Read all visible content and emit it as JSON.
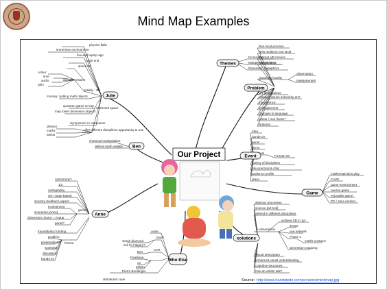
{
  "slide": {
    "title": "Mind Map Examples"
  },
  "mindmap": {
    "center": "Our Project",
    "source_label": "Source:",
    "source_url": "http://www.handstede.com/screens/mindmap.jpg",
    "branches": {
      "julie": {
        "label": "Julie",
        "items": [
          "physics flails",
          "immersive environment",
          "low-end laptop app",
          "High end",
          "space 2d",
          "colour",
          "time",
          "audio",
          "pain",
          "add dimensions",
          "initially - 3D",
          "moving / putting math objects",
          "quantum game on top",
          "map lower dimension objects",
          "restricted space",
          "Symposium in Vancouver",
          "physics",
          "maths",
          "artists",
          "offer different disciplines opportunity to use"
        ]
      },
      "themes": {
        "label": "Themes",
        "items": [
          "No locality",
          "Multiple dimensions",
          "Dimension metaphors"
        ]
      },
      "problem": {
        "label": "Problem",
        "items": [
          "Non local process",
          "New media is non local",
          "Current VR mimics",
          "Flexible time",
          "observation",
          "Quantum locality",
          "measurement",
          "VR abstractions",
          "notation issues solved by art?",
          "Interference",
          "Entanglement",
          "changes in language",
          "Linear / non-linear?",
          "Notional"
        ]
      },
      "ben": {
        "label": "Ben",
        "items": [
          "chemical manipulation",
          "defend math validity"
        ]
      },
      "event": {
        "label": "Event",
        "items": [
          "Idea",
          "hands-on",
          "panel",
          "demo",
          "Proposal",
          "Format OK",
          "variety of disciplines",
          "Mix practical & chat",
          "audience profile",
          "place"
        ]
      },
      "game": {
        "label": "Game",
        "items": [
          "mathematicians play",
          "CAVE",
          "game environment",
          "neuron game",
          "enjoyable game",
          "PC / Java version"
        ]
      },
      "anne": {
        "label": "Anne",
        "items": [
          "Astronomy?",
          "1/2",
          "cartography",
          "non -page based",
          "sensory feedback aspect",
          "involvement",
          "scenarios [Anne]",
          "game",
          "dimension choice = Avatar",
          "panel?",
          "transatlantic funding",
          "problem",
          "presentations",
          "workshop",
          "discussion",
          "hands-on",
          "format"
        ]
      },
      "who_else": {
        "label": "Who Else",
        "items": [
          "Anne",
          "Sarah diamond",
          "Banff",
          "link to Calgary?",
          "CVR",
          "Ben",
          "Freebase",
          "c3",
          "Zoltan",
          "Pierre Boulanger",
          "distributed cave"
        ]
      },
      "solutions": {
        "label": "solutions",
        "items": [
          "abstract processes",
          "science [art tool]",
          "defend in different disciplines",
          "achieve 5D in 1yr",
          "iterate",
          "use network",
          "Phase 1",
          "maths contains",
          "n-dimensions",
          "Dimension mapping",
          "Visual description",
          "enhanced visual understanding",
          "cognitive structures",
          "how do artists talk?"
        ]
      }
    }
  },
  "colors": {
    "branch_line": "#111111",
    "link": "#2050d8",
    "bubble_fill": "#f4f4f4",
    "figure_blue_cap": "#6fa7dc",
    "figure_pink_hair": "#e8649f",
    "figure_green_shirt": "#52a83c",
    "figure_yellow_hair": "#f1c53a"
  }
}
